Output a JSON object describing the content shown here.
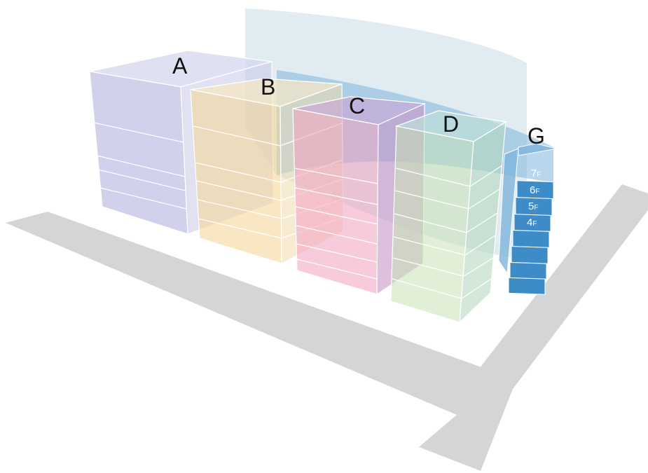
{
  "buildings": [
    {
      "id": "A",
      "label": "A",
      "color": "#b8b8e0"
    },
    {
      "id": "B",
      "label": "B",
      "color": "#f3d79a"
    },
    {
      "id": "C",
      "label": "C",
      "color": "#f2a0bf"
    },
    {
      "id": "D",
      "label": "D",
      "color": "#c6e2b4"
    },
    {
      "id": "G",
      "label": "G",
      "color": "#3d8cc8"
    }
  ],
  "g_floor_labels": [
    {
      "num": "7",
      "unit": "F"
    },
    {
      "num": "6",
      "unit": "F"
    },
    {
      "num": "5",
      "unit": "F"
    },
    {
      "num": "4",
      "unit": "F"
    }
  ],
  "colors": {
    "road": "#d4d5d7",
    "shadow_volume": "#c6dde6",
    "g_band": "#7fb4dc",
    "g_floor": "#3d8cc8",
    "edge": "#ffffff"
  }
}
